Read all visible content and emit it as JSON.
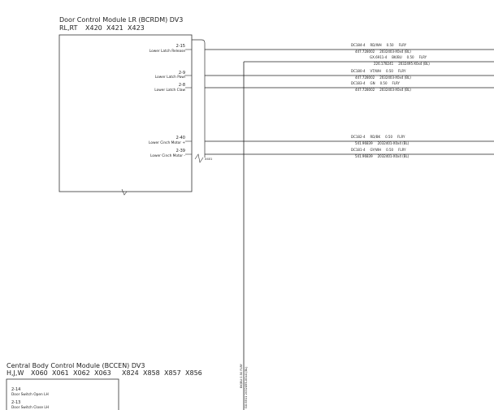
{
  "module_top": {
    "title": "Door Control Module LR (BCRDM) DV3",
    "subtitle": "RL,RT",
    "connectors": [
      "X420",
      "X421",
      "X423"
    ],
    "pins": [
      {
        "pin": "2-15",
        "label": "Lower Latch Release"
      },
      {
        "pin": "2-9",
        "label": "Lower Latch Pawl"
      },
      {
        "pin": "2-8",
        "label": "Lower Latch Claw"
      },
      {
        "pin": "2-40",
        "label": "Lower Cinch Motor +"
      },
      {
        "pin": "2-39",
        "label": "Lower Cinch Motor -"
      }
    ],
    "splice_label": "X401"
  },
  "wires": [
    {
      "code": "DC184-4",
      "color": "RD/WH",
      "gauge": "0.50",
      "type": "FLRY",
      "ref": "447.728002",
      "conn": "2032403-X0x4 (BL)"
    },
    {
      "code": "GX.6911-4",
      "color": "BK/BU",
      "gauge": "0.50",
      "type": "FLRY",
      "ref": "226.178241",
      "conn": "2032495-X0x4 (BL)"
    },
    {
      "code": "DC180-4",
      "color": "VT/WH",
      "gauge": "0.50",
      "type": "FLRY",
      "ref": "447.728002",
      "conn": "2032403-X0x4 (BL)"
    },
    {
      "code": "DC183-4",
      "color": "GN",
      "gauge": "0.50",
      "type": "FLRY",
      "ref": "447.728002",
      "conn": "2032403-X0x4 (BL)"
    },
    {
      "code": "DC182-4",
      "color": "RD/BK",
      "gauge": "0.50",
      "type": "FLRY",
      "ref": "541.96839",
      "conn": "2032401-X0x4 (BL)"
    },
    {
      "code": "DC181-4",
      "color": "GY/WH",
      "gauge": "0.50",
      "type": "FLRY",
      "ref": "541.96839",
      "conn": "2032401-X0x4 (BL)"
    }
  ],
  "vertical_wire": {
    "text1": "BK/BU 0.50 FLRY",
    "text2": "GX.6911 2032495-X0x4 (BL)"
  },
  "module_bottom": {
    "title": "Central Body Control Module (BCCEN) DV3",
    "subtitle": "H,J,W",
    "connectors": [
      "X060",
      "X061",
      "X062",
      "X063",
      "X824",
      "X858",
      "X857",
      "X856"
    ],
    "pins": [
      {
        "pin": "2-14",
        "label": "Door Switch Open LH"
      },
      {
        "pin": "2-13",
        "label": "Door Switch Close LH"
      }
    ]
  }
}
